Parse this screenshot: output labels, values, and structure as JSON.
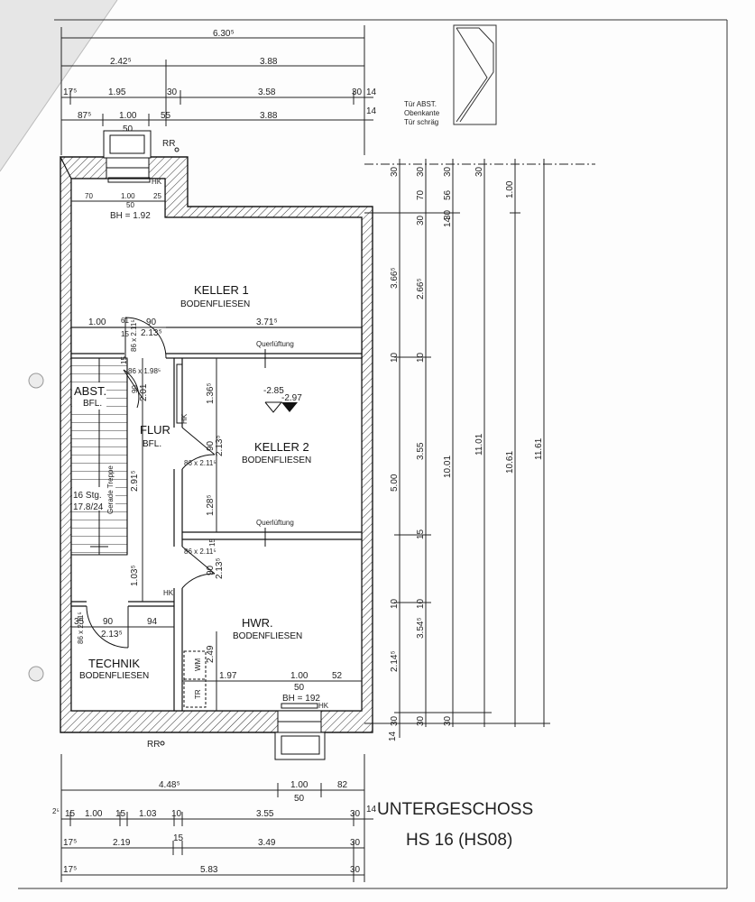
{
  "title": {
    "line1": "UNTERGESCHOSS",
    "line2": "HS 16 (HS08)"
  },
  "window_note": [
    "Tür ABST.",
    "Obenkante",
    "Tür schräg"
  ],
  "rooms": {
    "keller1": {
      "name": "KELLER 1",
      "floor": "BODENFLIESEN"
    },
    "keller2": {
      "name": "KELLER 2",
      "floor": "BODENFLIESEN"
    },
    "flur": {
      "name": "FLUR",
      "floor": "BFL."
    },
    "abst": {
      "name": "ABST.",
      "floor": "BFL."
    },
    "hwr": {
      "name": "HWR.",
      "floor": "BODENFLIESEN"
    },
    "technik": {
      "name": "TECHNIK",
      "floor": "BODENFLIESEN"
    }
  },
  "labels": {
    "rr": "RR",
    "hk": "HK",
    "bh_top": "BH = 1.92",
    "bh_bottom": "BH = 192",
    "querlueftung": "Querlüftung",
    "stairs_steps": "16 Stg.",
    "stairs_size": "17.8/24",
    "stair_note": "Gerade Treppe",
    "level_a": "-2.85",
    "level_b": "-2.97",
    "wm": "WM",
    "tr": "TR"
  },
  "dims": {
    "top_overall": "6.30⁵",
    "top_row2": [
      "2.42⁵",
      "3.88"
    ],
    "top_row3": [
      "17⁵",
      "1.95",
      "30",
      "3.58",
      "30",
      "14"
    ],
    "top_row4": [
      "87⁵",
      "1.00",
      "55",
      "3.88",
      "14"
    ],
    "top_row4_sub": "50",
    "window_top": [
      "70",
      "1.00",
      "25"
    ],
    "window_top_sub": "50",
    "keller1_row": [
      "1.00",
      "61",
      "90",
      "3.71⁵"
    ],
    "door_k1": [
      "86 x 2.11⁵",
      "2.13⁵",
      "15"
    ],
    "door_abst": [
      "86 x 1.98⁵",
      "2.01",
      "90",
      "15"
    ],
    "door_k2": [
      "86 x 2.11⁵",
      "90",
      "2.13⁵"
    ],
    "door_hwr": [
      "86 x 2.11⁵",
      "90",
      "2.13⁵",
      "15"
    ],
    "door_tech": [
      "35",
      "90",
      "94",
      "86 x 2.11⁵",
      "2.13⁵"
    ],
    "flur_vert": [
      "2.91⁵",
      "1.03⁵"
    ],
    "keller2_vert": [
      "1.36⁵",
      "1.28⁵"
    ],
    "hwr_row": [
      "1.97",
      "1.00",
      "52"
    ],
    "hwr_row_sub": "50",
    "hwr_vert": "2.49",
    "right_col1": [
      "30",
      "3.66⁵",
      "10",
      "5.00",
      "10",
      "2.14⁵",
      "30",
      "14"
    ],
    "right_col2": [
      "30",
      "70",
      "30",
      "2.66⁵",
      "10",
      "3.55",
      "15",
      "10",
      "3.54⁵",
      "30"
    ],
    "right_col3": [
      "30",
      "56",
      "30",
      "14",
      "10.01",
      "30"
    ],
    "right_col4": [
      "30",
      "11.01"
    ],
    "right_col5": [
      "1.00",
      "10.61"
    ],
    "right_col6": [
      "11.61"
    ],
    "bottom_row1": [
      "4.48⁵",
      "1.00",
      "82"
    ],
    "bottom_row1_sub": "50",
    "bottom_row2": [
      "2⁵",
      "15",
      "1.00",
      "15",
      "1.03",
      "10",
      "3.55",
      "30",
      "14"
    ],
    "bottom_row3": [
      "17⁵",
      "2.19",
      "15",
      "3.49",
      "30"
    ],
    "bottom_row4": [
      "17⁵",
      "5.83",
      "30"
    ]
  }
}
